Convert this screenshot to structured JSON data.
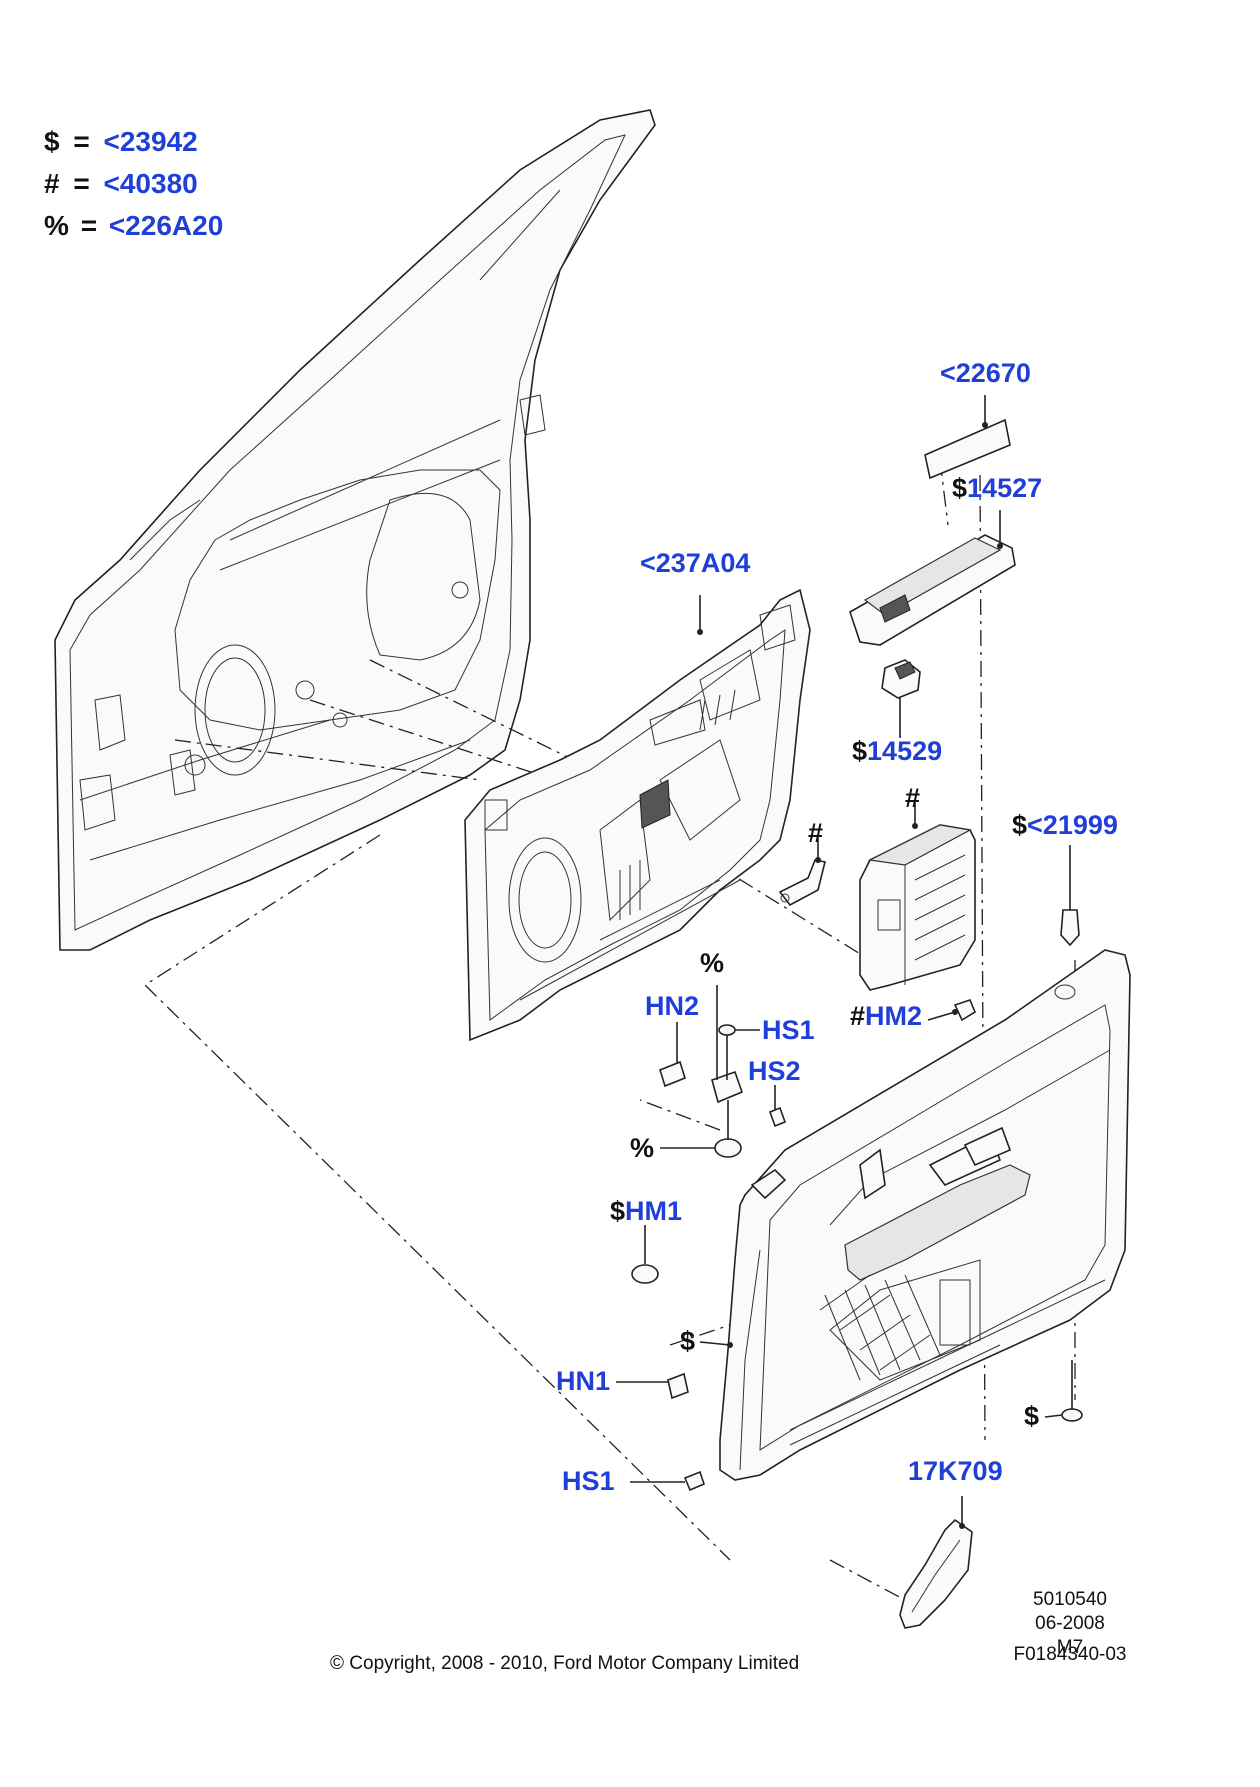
{
  "legend": [
    {
      "symbol": "$",
      "eq": "=",
      "ref": "<23942"
    },
    {
      "symbol": "#",
      "eq": "=",
      "ref": "<40380"
    },
    {
      "symbol": "%",
      "eq": "=",
      "ref": "<226A20"
    }
  ],
  "callouts": {
    "p22670": {
      "prefix": "",
      "text": "<22670"
    },
    "p14527": {
      "prefix": "$",
      "text": "14527"
    },
    "p237a04": {
      "prefix": "",
      "text": "<237A04"
    },
    "p14529": {
      "prefix": "$",
      "text": "14529"
    },
    "hash_upper": {
      "prefix": "#",
      "text": ""
    },
    "hash_mid": {
      "prefix": "#",
      "text": ""
    },
    "p21999": {
      "prefix": "$",
      "text": "<21999"
    },
    "pct_top": {
      "prefix": "%",
      "text": ""
    },
    "hn2": {
      "prefix": "",
      "text": "HN2"
    },
    "hs1_top": {
      "prefix": "",
      "text": "HS1"
    },
    "hm2": {
      "prefix": "#",
      "text": "HM2"
    },
    "hs2": {
      "prefix": "",
      "text": "HS2"
    },
    "pct_mid": {
      "prefix": "%",
      "text": ""
    },
    "hm1": {
      "prefix": "$",
      "text": "HM1"
    },
    "dollar_a": {
      "prefix": "$",
      "text": ""
    },
    "hn1": {
      "prefix": "",
      "text": "HN1"
    },
    "dollar_b": {
      "prefix": "$",
      "text": ""
    },
    "hs1_bottom": {
      "prefix": "",
      "text": "HS1"
    },
    "p17k709": {
      "prefix": "",
      "text": "17K709"
    }
  },
  "meta": {
    "line1": "5010540",
    "line2": "06-2008",
    "line3": "M7",
    "line4": "F0184340-03"
  },
  "copyright": "© Copyright, 2008 - 2010, Ford Motor Company Limited",
  "colors": {
    "callout": "#1f3fd6",
    "line": "#222222"
  }
}
